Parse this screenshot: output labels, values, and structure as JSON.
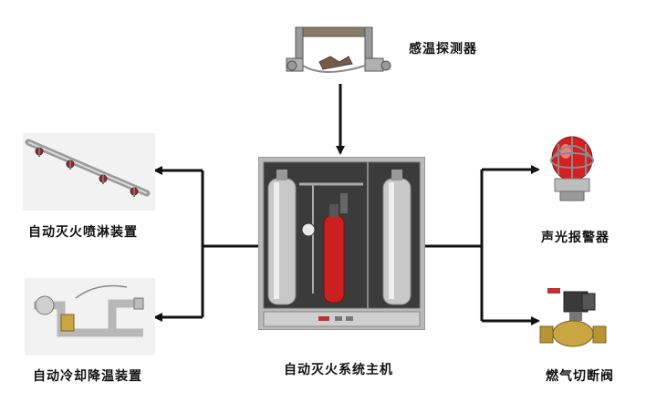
{
  "labels": {
    "sensor": "感温探测器",
    "sprinkler": "自动灭火喷淋装置",
    "cooling": "自动冷却降温装置",
    "main_unit": "自动灭火系统主机",
    "alarm": "声光报警器",
    "gas_valve": "燃气切断阀"
  },
  "colors": {
    "line": "#111111",
    "cabinet": "#b9b9b9",
    "cylinder": "#c8c8c8",
    "extinguisher": "#cc1f1f",
    "alarm_dome": "#d42020",
    "valve_body": "#c9a641"
  }
}
